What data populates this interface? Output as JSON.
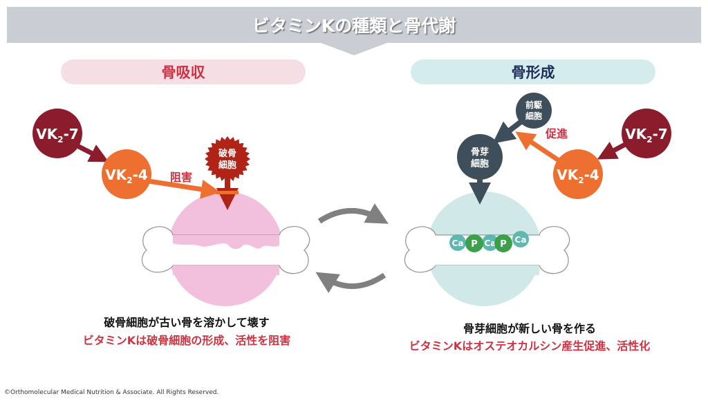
{
  "title": "ビタミンKの種類と骨代謝",
  "left": {
    "heading": "骨吸収",
    "vk27": {
      "main": "VK",
      "sub": "2",
      "suffix": "-7"
    },
    "vk24": {
      "main": "VK",
      "sub": "2",
      "suffix": "-4"
    },
    "inhibit_label": "阻害",
    "osteoclast": [
      "破骨",
      "細胞"
    ],
    "caption1": "破骨細胞が古い骨を溶かして壊す",
    "caption2": "ビタミンKは破骨細胞の形成、活性を阻害"
  },
  "right": {
    "heading": "骨形成",
    "precursor": [
      "前駆",
      "細胞"
    ],
    "osteoblast": [
      "骨芽",
      "細胞"
    ],
    "promote_label": "促進",
    "vk27": {
      "main": "VK",
      "sub": "2",
      "suffix": "-7"
    },
    "vk24": {
      "main": "VK",
      "sub": "2",
      "suffix": "-4"
    },
    "minerals": [
      "Ca",
      "P",
      "Ca",
      "P",
      "Ca"
    ],
    "caption1": "骨芽細胞が新しい骨を作る",
    "caption2": "ビタミンKはオステオカルシン産生促進、活性化"
  },
  "copyright": "©Orthomolecular Medical Nutrition & Associate. All Rights Reserved.",
  "colors": {
    "red": "#d0303f",
    "navy": "#1f2d5c",
    "orange": "#ee7030",
    "darkred": "#8b1c2b",
    "slate": "#3e4f5b"
  }
}
